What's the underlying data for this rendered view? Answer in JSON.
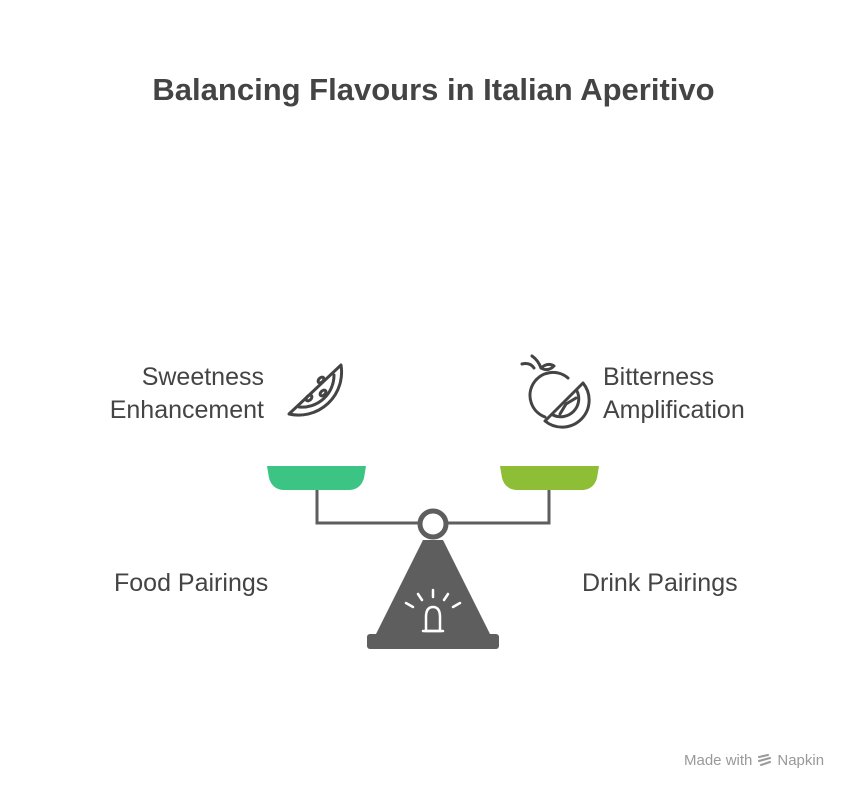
{
  "title": "Balancing Flavours in Italian Aperitivo",
  "left": {
    "top_label_line1": "Sweetness",
    "top_label_line2": "Enhancement",
    "bottom_label": "Food Pairings",
    "icon": "watermelon-slice-icon",
    "pan_color": "#3CC485"
  },
  "right": {
    "top_label_line1": "Bitterness",
    "top_label_line2": "Amplification",
    "bottom_label": "Drink Pairings",
    "icon": "bitter-orange-icon",
    "pan_color": "#8DBE35"
  },
  "scale_color": "#5E5E5E",
  "watermark": {
    "prefix": "Made with",
    "brand": "Napkin"
  }
}
